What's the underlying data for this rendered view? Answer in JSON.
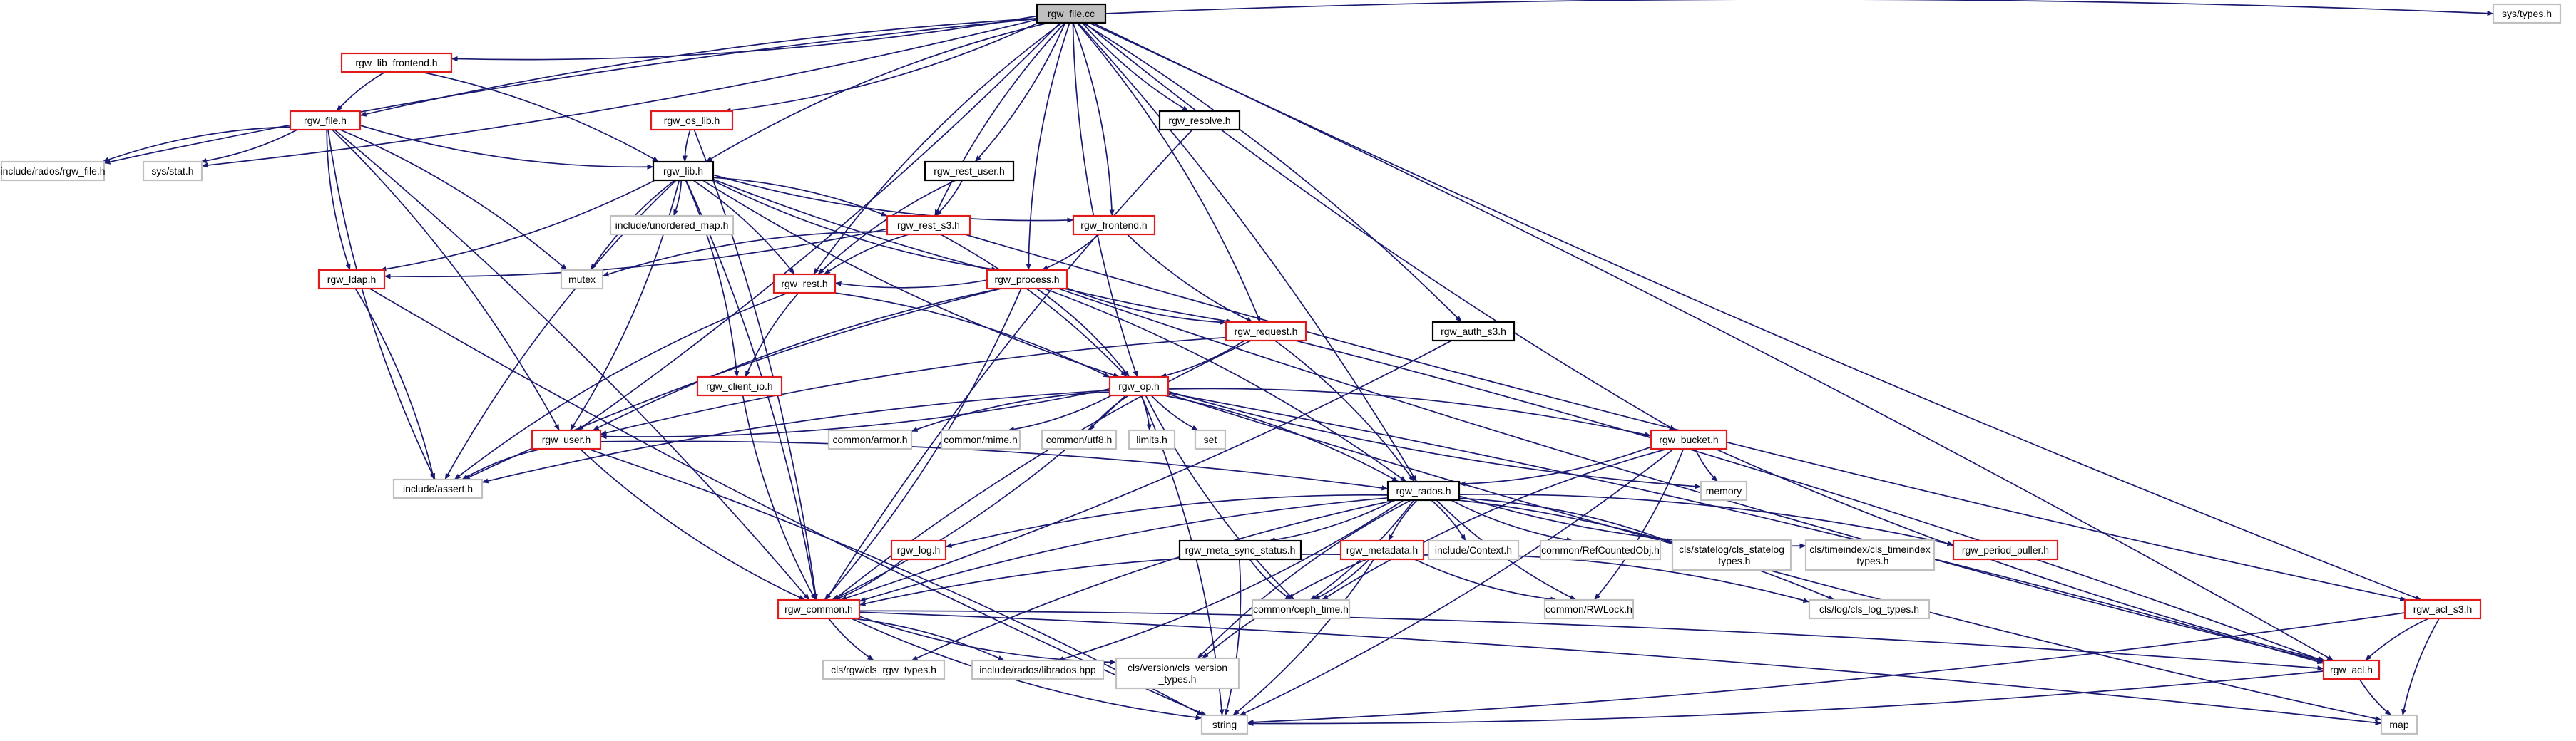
{
  "diagram": {
    "kind": "include-dependency-graph",
    "colors": {
      "edge": "#191970",
      "root_fill": "#bfbfbf",
      "truncated_border": "#e11b1b",
      "documented_border": "#000000",
      "external_border": "#c0c0c0"
    },
    "nodes": [
      {
        "id": "rgw_file_cc",
        "label": "rgw_file.cc",
        "style": "root"
      },
      {
        "id": "rgw_lib_frontend_h",
        "label": "rgw_lib_frontend.h",
        "style": "red"
      },
      {
        "id": "rgw_file_h",
        "label": "rgw_file.h",
        "style": "red"
      },
      {
        "id": "rgw_os_lib_h",
        "label": "rgw_os_lib.h",
        "style": "red"
      },
      {
        "id": "rgw_resolve_h",
        "label": "rgw_resolve.h",
        "style": "black"
      },
      {
        "id": "sys_types_h",
        "label": "sys/types.h",
        "style": "gray"
      },
      {
        "id": "include_rados_rgw_file_h",
        "label": "include/rados/rgw_file.h",
        "style": "gray"
      },
      {
        "id": "sys_stat_h",
        "label": "sys/stat.h",
        "style": "gray"
      },
      {
        "id": "rgw_lib_h",
        "label": "rgw_lib.h",
        "style": "black"
      },
      {
        "id": "rgw_rest_user_h",
        "label": "rgw_rest_user.h",
        "style": "black"
      },
      {
        "id": "include_unordered_map_h",
        "label": "include/unordered_map.h",
        "style": "gray"
      },
      {
        "id": "rgw_rest_s3_h",
        "label": "rgw_rest_s3.h",
        "style": "red"
      },
      {
        "id": "rgw_frontend_h",
        "label": "rgw_frontend.h",
        "style": "red"
      },
      {
        "id": "mutex",
        "label": "mutex",
        "style": "gray"
      },
      {
        "id": "rgw_ldap_h",
        "label": "rgw_ldap.h",
        "style": "red"
      },
      {
        "id": "rgw_process_h",
        "label": "rgw_process.h",
        "style": "red"
      },
      {
        "id": "rgw_auth_s3_h",
        "label": "rgw_auth_s3.h",
        "style": "black"
      },
      {
        "id": "rgw_rest_h",
        "label": "rgw_rest.h",
        "style": "red"
      },
      {
        "id": "rgw_request_h",
        "label": "rgw_request.h",
        "style": "red"
      },
      {
        "id": "rgw_client_io_h",
        "label": "rgw_client_io.h",
        "style": "red"
      },
      {
        "id": "rgw_op_h",
        "label": "rgw_op.h",
        "style": "red"
      },
      {
        "id": "rgw_user_h",
        "label": "rgw_user.h",
        "style": "red"
      },
      {
        "id": "common_armor_h",
        "label": "common/armor.h",
        "style": "gray"
      },
      {
        "id": "common_mime_h",
        "label": "common/mime.h",
        "style": "gray"
      },
      {
        "id": "common_utf8_h",
        "label": "common/utf8.h",
        "style": "gray"
      },
      {
        "id": "limits_h",
        "label": "limits.h",
        "style": "gray"
      },
      {
        "id": "set",
        "label": "set",
        "style": "gray"
      },
      {
        "id": "rgw_bucket_h",
        "label": "rgw_bucket.h",
        "style": "red"
      },
      {
        "id": "include_assert_h",
        "label": "include/assert.h",
        "style": "gray"
      },
      {
        "id": "memory",
        "label": "memory",
        "style": "gray"
      },
      {
        "id": "rgw_rados_h",
        "label": "rgw_rados.h",
        "style": "black"
      },
      {
        "id": "rgw_log_h",
        "label": "rgw_log.h",
        "style": "red"
      },
      {
        "id": "rgw_meta_sync_status_h",
        "label": "rgw_meta_sync_status.h",
        "style": "black"
      },
      {
        "id": "rgw_metadata_h",
        "label": "rgw_metadata.h",
        "style": "red"
      },
      {
        "id": "include_Context_h",
        "label": "include/Context.h",
        "style": "gray"
      },
      {
        "id": "common_RefCountedObj_h",
        "label": "common/RefCountedObj.h",
        "style": "gray"
      },
      {
        "id": "cls_statelog_h",
        "label": "cls/statelog/cls_statelog\n_types.h",
        "style": "gray"
      },
      {
        "id": "cls_timeindex_h",
        "label": "cls/timeindex/cls_timeindex\n_types.h",
        "style": "gray"
      },
      {
        "id": "rgw_period_puller_h",
        "label": "rgw_period_puller.h",
        "style": "red"
      },
      {
        "id": "rgw_common_h",
        "label": "rgw_common.h",
        "style": "red"
      },
      {
        "id": "common_ceph_time_h",
        "label": "common/ceph_time.h",
        "style": "gray"
      },
      {
        "id": "common_RWLock_h",
        "label": "common/RWLock.h",
        "style": "gray"
      },
      {
        "id": "cls_log_types_h",
        "label": "cls/log/cls_log_types.h",
        "style": "gray"
      },
      {
        "id": "rgw_acl_s3_h",
        "label": "rgw_acl_s3.h",
        "style": "red"
      },
      {
        "id": "cls_rgw_types_h",
        "label": "cls/rgw/cls_rgw_types.h",
        "style": "gray"
      },
      {
        "id": "include_rados_librados_hpp",
        "label": "include/rados/librados.hpp",
        "style": "gray"
      },
      {
        "id": "cls_version_types_h",
        "label": "cls/version/cls_version\n_types.h",
        "style": "gray"
      },
      {
        "id": "rgw_acl_h",
        "label": "rgw_acl.h",
        "style": "red"
      },
      {
        "id": "string",
        "label": "string",
        "style": "gray"
      },
      {
        "id": "map",
        "label": "map",
        "style": "gray"
      }
    ],
    "edges": [
      [
        "rgw_file_cc",
        "rgw_lib_frontend_h"
      ],
      [
        "rgw_file_cc",
        "rgw_file_h"
      ],
      [
        "rgw_file_cc",
        "rgw_os_lib_h"
      ],
      [
        "rgw_file_cc",
        "rgw_resolve_h"
      ],
      [
        "rgw_file_cc",
        "sys_types_h"
      ],
      [
        "rgw_file_cc",
        "include_rados_rgw_file_h"
      ],
      [
        "rgw_file_cc",
        "sys_stat_h"
      ],
      [
        "rgw_file_cc",
        "rgw_lib_h"
      ],
      [
        "rgw_file_cc",
        "rgw_rest_user_h"
      ],
      [
        "rgw_file_cc",
        "rgw_rest_s3_h"
      ],
      [
        "rgw_file_cc",
        "rgw_frontend_h"
      ],
      [
        "rgw_file_cc",
        "rgw_process_h"
      ],
      [
        "rgw_file_cc",
        "rgw_auth_s3_h"
      ],
      [
        "rgw_file_cc",
        "rgw_rest_h"
      ],
      [
        "rgw_file_cc",
        "rgw_request_h"
      ],
      [
        "rgw_file_cc",
        "rgw_op_h"
      ],
      [
        "rgw_file_cc",
        "rgw_user_h"
      ],
      [
        "rgw_file_cc",
        "rgw_bucket_h"
      ],
      [
        "rgw_file_cc",
        "rgw_rados_h"
      ],
      [
        "rgw_file_cc",
        "rgw_acl_s3_h"
      ],
      [
        "rgw_file_cc",
        "rgw_acl_h"
      ],
      [
        "rgw_lib_frontend_h",
        "rgw_file_h"
      ],
      [
        "rgw_lib_frontend_h",
        "rgw_lib_h"
      ],
      [
        "rgw_file_h",
        "include_rados_rgw_file_h"
      ],
      [
        "rgw_file_h",
        "sys_stat_h"
      ],
      [
        "rgw_file_h",
        "rgw_lib_h"
      ],
      [
        "rgw_file_h",
        "mutex"
      ],
      [
        "rgw_file_h",
        "rgw_ldap_h"
      ],
      [
        "rgw_file_h",
        "rgw_user_h"
      ],
      [
        "rgw_file_h",
        "include_assert_h"
      ],
      [
        "rgw_file_h",
        "rgw_common_h"
      ],
      [
        "rgw_os_lib_h",
        "rgw_lib_h"
      ],
      [
        "rgw_os_lib_h",
        "rgw_common_h"
      ],
      [
        "rgw_resolve_h",
        "rgw_common_h"
      ],
      [
        "rgw_rest_user_h",
        "rgw_rest_s3_h"
      ],
      [
        "rgw_rest_user_h",
        "rgw_rest_h"
      ],
      [
        "rgw_lib_h",
        "include_unordered_map_h"
      ],
      [
        "rgw_lib_h",
        "mutex"
      ],
      [
        "rgw_lib_h",
        "rgw_rest_s3_h"
      ],
      [
        "rgw_lib_h",
        "rgw_frontend_h"
      ],
      [
        "rgw_lib_h",
        "rgw_ldap_h"
      ],
      [
        "rgw_lib_h",
        "rgw_process_h"
      ],
      [
        "rgw_lib_h",
        "rgw_rest_h"
      ],
      [
        "rgw_lib_h",
        "rgw_request_h"
      ],
      [
        "rgw_lib_h",
        "rgw_client_io_h"
      ],
      [
        "rgw_lib_h",
        "rgw_op_h"
      ],
      [
        "rgw_lib_h",
        "rgw_user_h"
      ],
      [
        "rgw_lib_h",
        "include_assert_h"
      ],
      [
        "rgw_lib_h",
        "rgw_common_h"
      ],
      [
        "rgw_rest_s3_h",
        "mutex"
      ],
      [
        "rgw_rest_s3_h",
        "rgw_ldap_h"
      ],
      [
        "rgw_rest_s3_h",
        "rgw_rest_h"
      ],
      [
        "rgw_rest_s3_h",
        "rgw_op_h"
      ],
      [
        "rgw_rest_s3_h",
        "rgw_acl_s3_h"
      ],
      [
        "rgw_frontend_h",
        "rgw_process_h"
      ],
      [
        "rgw_frontend_h",
        "rgw_request_h"
      ],
      [
        "rgw_ldap_h",
        "include_assert_h"
      ],
      [
        "rgw_ldap_h",
        "string"
      ],
      [
        "rgw_process_h",
        "rgw_rest_h"
      ],
      [
        "rgw_process_h",
        "rgw_request_h"
      ],
      [
        "rgw_process_h",
        "rgw_op_h"
      ],
      [
        "rgw_process_h",
        "rgw_user_h"
      ],
      [
        "rgw_process_h",
        "rgw_rados_h"
      ],
      [
        "rgw_process_h",
        "include_assert_h"
      ],
      [
        "rgw_process_h",
        "rgw_common_h"
      ],
      [
        "rgw_process_h",
        "rgw_acl_h"
      ],
      [
        "rgw_auth_s3_h",
        "rgw_common_h"
      ],
      [
        "rgw_rest_h",
        "rgw_client_io_h"
      ],
      [
        "rgw_rest_h",
        "rgw_op_h"
      ],
      [
        "rgw_rest_h",
        "include_assert_h"
      ],
      [
        "rgw_request_h",
        "rgw_op_h"
      ],
      [
        "rgw_request_h",
        "rgw_user_h"
      ],
      [
        "rgw_request_h",
        "rgw_rados_h"
      ],
      [
        "rgw_request_h",
        "rgw_common_h"
      ],
      [
        "rgw_request_h",
        "rgw_acl_h"
      ],
      [
        "rgw_client_io_h",
        "rgw_common_h"
      ],
      [
        "rgw_op_h",
        "rgw_user_h"
      ],
      [
        "rgw_op_h",
        "common_armor_h"
      ],
      [
        "rgw_op_h",
        "common_mime_h"
      ],
      [
        "rgw_op_h",
        "common_utf8_h"
      ],
      [
        "rgw_op_h",
        "limits_h"
      ],
      [
        "rgw_op_h",
        "set"
      ],
      [
        "rgw_op_h",
        "rgw_bucket_h"
      ],
      [
        "rgw_op_h",
        "memory"
      ],
      [
        "rgw_op_h",
        "rgw_rados_h"
      ],
      [
        "rgw_op_h",
        "include_assert_h"
      ],
      [
        "rgw_op_h",
        "rgw_common_h"
      ],
      [
        "rgw_op_h",
        "common_ceph_time_h"
      ],
      [
        "rgw_op_h",
        "string"
      ],
      [
        "rgw_op_h",
        "map"
      ],
      [
        "rgw_op_h",
        "rgw_acl_h"
      ],
      [
        "rgw_user_h",
        "include_assert_h"
      ],
      [
        "rgw_user_h",
        "rgw_rados_h"
      ],
      [
        "rgw_user_h",
        "rgw_common_h"
      ],
      [
        "rgw_user_h",
        "string"
      ],
      [
        "rgw_bucket_h",
        "memory"
      ],
      [
        "rgw_bucket_h",
        "rgw_rados_h"
      ],
      [
        "rgw_bucket_h",
        "common_ceph_time_h"
      ],
      [
        "rgw_bucket_h",
        "common_RWLock_h"
      ],
      [
        "rgw_bucket_h",
        "rgw_acl_h"
      ],
      [
        "rgw_bucket_h",
        "string"
      ],
      [
        "rgw_rados_h",
        "rgw_log_h"
      ],
      [
        "rgw_rados_h",
        "rgw_meta_sync_status_h"
      ],
      [
        "rgw_rados_h",
        "rgw_metadata_h"
      ],
      [
        "rgw_rados_h",
        "include_Context_h"
      ],
      [
        "rgw_rados_h",
        "common_RefCountedObj_h"
      ],
      [
        "rgw_rados_h",
        "cls_statelog_h"
      ],
      [
        "rgw_rados_h",
        "cls_timeindex_h"
      ],
      [
        "rgw_rados_h",
        "rgw_period_puller_h"
      ],
      [
        "rgw_rados_h",
        "rgw_common_h"
      ],
      [
        "rgw_rados_h",
        "common_ceph_time_h"
      ],
      [
        "rgw_rados_h",
        "common_RWLock_h"
      ],
      [
        "rgw_rados_h",
        "cls_log_types_h"
      ],
      [
        "rgw_rados_h",
        "cls_rgw_types_h"
      ],
      [
        "rgw_rados_h",
        "include_rados_librados_hpp"
      ],
      [
        "rgw_rados_h",
        "cls_version_types_h"
      ],
      [
        "rgw_log_h",
        "rgw_common_h"
      ],
      [
        "rgw_meta_sync_status_h",
        "common_ceph_time_h"
      ],
      [
        "rgw_meta_sync_status_h",
        "string"
      ],
      [
        "rgw_metadata_h",
        "rgw_common_h"
      ],
      [
        "rgw_metadata_h",
        "common_ceph_time_h"
      ],
      [
        "rgw_metadata_h",
        "common_RWLock_h"
      ],
      [
        "rgw_metadata_h",
        "cls_log_types_h"
      ],
      [
        "rgw_metadata_h",
        "cls_version_types_h"
      ],
      [
        "rgw_metadata_h",
        "string"
      ],
      [
        "rgw_common_h",
        "cls_rgw_types_h"
      ],
      [
        "rgw_common_h",
        "include_rados_librados_hpp"
      ],
      [
        "rgw_common_h",
        "cls_version_types_h"
      ],
      [
        "rgw_common_h",
        "rgw_acl_h"
      ],
      [
        "rgw_common_h",
        "string"
      ],
      [
        "rgw_common_h",
        "map"
      ],
      [
        "rgw_acl_s3_h",
        "rgw_acl_h"
      ],
      [
        "rgw_acl_s3_h",
        "string"
      ],
      [
        "rgw_acl_s3_h",
        "map"
      ],
      [
        "rgw_acl_h",
        "string"
      ],
      [
        "rgw_acl_h",
        "map"
      ]
    ]
  }
}
